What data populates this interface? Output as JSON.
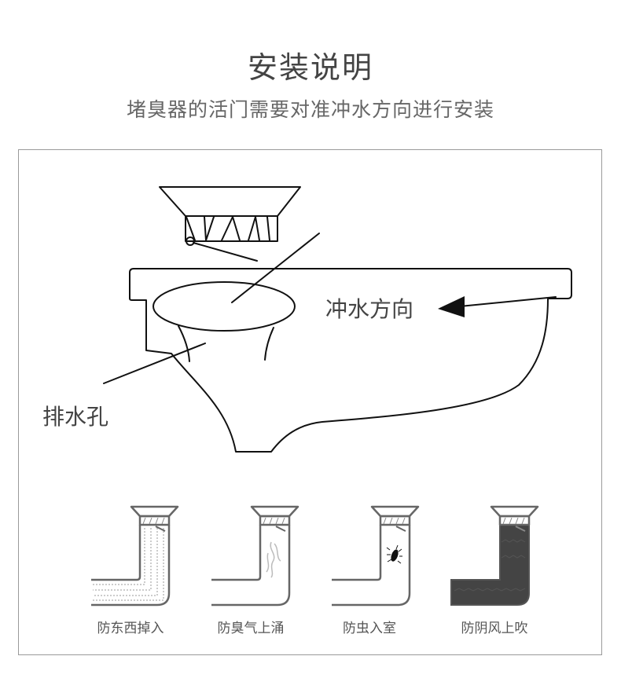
{
  "header": {
    "title": "安装说明",
    "subtitle": "堵臭器的活门需要对准冲水方向进行安装"
  },
  "diagram": {
    "flush_direction_label": "冲水方向",
    "drain_hole_label": "排水孔"
  },
  "features": [
    {
      "label": "防东西掉入",
      "icon": "debris-icon"
    },
    {
      "label": "防臭气上涌",
      "icon": "odor-icon"
    },
    {
      "label": "防虫入室",
      "icon": "bug-icon"
    },
    {
      "label": "防阴风上吹",
      "icon": "wind-icon"
    }
  ],
  "colors": {
    "text": "#444444",
    "border": "#9a9a9a",
    "filled_pipe": "#444444"
  }
}
